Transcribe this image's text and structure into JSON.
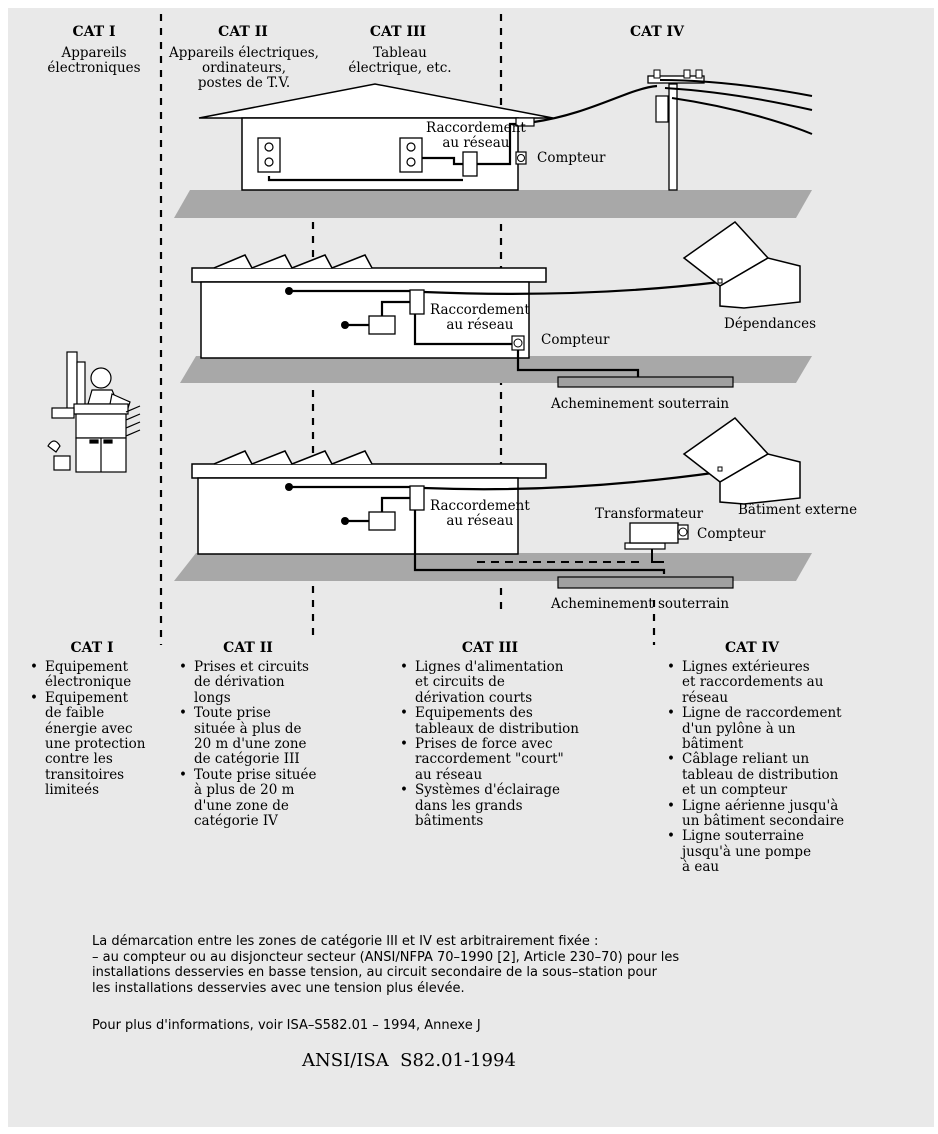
{
  "top_zones": [
    {
      "id": "cat1",
      "heading": "CAT I",
      "desc": [
        "Appareils",
        "électroniques"
      ]
    },
    {
      "id": "cat2",
      "heading": "CAT II",
      "desc": [
        "Appareils électriques,",
        "ordinateurs,",
        "postes de T.V."
      ]
    },
    {
      "id": "cat3",
      "heading": "CAT III",
      "desc": [
        "Tableau",
        "électrique, etc."
      ]
    },
    {
      "id": "cat4",
      "heading": "CAT IV",
      "desc": []
    }
  ],
  "diagram_labels": {
    "raccordement_1": [
      "Raccordement",
      "au réseau"
    ],
    "compteur_1": "Compteur",
    "raccordement_2": [
      "Raccordement",
      "au réseau"
    ],
    "compteur_2": "Compteur",
    "dependances": "Dépendances",
    "acheminement_1": "Acheminement souterrain",
    "raccordement_3": [
      "Raccordement",
      "au réseau"
    ],
    "transformateur": "Transformateur",
    "compteur_3": "Compteur",
    "batiment_externe": "Bâtiment externe",
    "acheminement_2": "Acheminement souterrain"
  },
  "bottom_zones": [
    {
      "id": "cat1",
      "heading": "CAT I",
      "items": [
        "Equipement\nélectronique",
        "Equipement\nde faible\nénergie avec\nune protection\ncontre les\ntransitoires\nlimiteés"
      ]
    },
    {
      "id": "cat2",
      "heading": "CAT II",
      "items": [
        "Prises et circuits\nde dérivation\nlongs",
        "Toute prise\nsituée à plus de\n20 m d'une zone\nde catégorie III",
        "Toute prise située\nà plus de 20 m\nd'une zone de\ncatégorie IV"
      ]
    },
    {
      "id": "cat3",
      "heading": "CAT III",
      "items": [
        "Lignes d'alimentation\net circuits de\ndérivation courts",
        "Equipements des\ntableaux de distribution",
        "Prises de force avec\nraccordement \"court\"\nau réseau",
        "Systèmes d'éclairage\ndans les grands\nbâtiments"
      ]
    },
    {
      "id": "cat4",
      "heading": "CAT IV",
      "items": [
        "Lignes extérieures\net raccordements au\nréseau",
        "Ligne de raccordement\nd'un pylône à un\nbâtiment",
        "Câblage reliant un\ntableau de distribution\net un compteur",
        "Ligne aérienne jusqu'à\nun bâtiment secondaire",
        "Ligne souterraine\njusqu'à une pompe\nà eau"
      ]
    }
  ],
  "footnote": {
    "lines": [
      "La démarcation entre les zones de catégorie III et IV est arbitrairement fixée :",
      "– au compteur ou au disjoncteur secteur (ANSI/NFPA 70–1990 [2], Article 230–70) pour les",
      "installations desservies en basse tension, au circuit secondaire de la sous–station pour",
      "les installations desservies avec une tension plus élevée."
    ],
    "reference": "Pour plus d'informations, voir ISA–S582.01 – 1994, Annexe J"
  },
  "standard_id": "ANSI/ISA  S82.01-1994",
  "colors": {
    "background": "#e9e9e9",
    "ground": "#a8a8a8",
    "building": "#ffffff",
    "line": "#000000"
  }
}
